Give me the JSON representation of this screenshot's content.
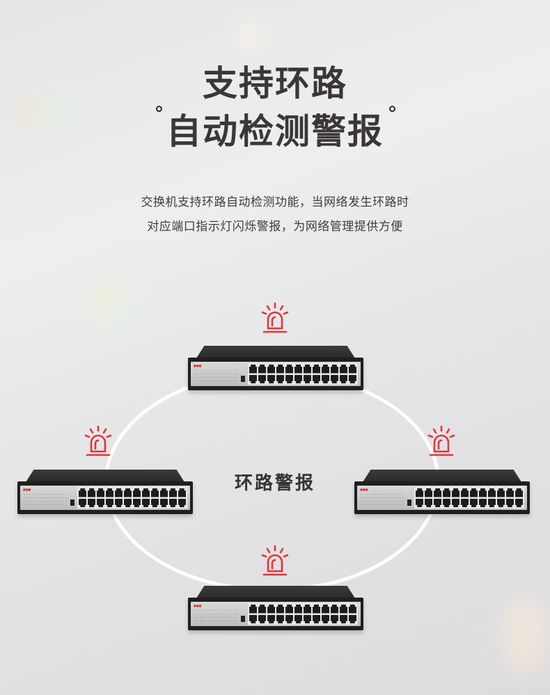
{
  "title": {
    "line1": "支持环路",
    "line2": "自动检测警报"
  },
  "subtitle": {
    "line1": "交换机支持环路自动检测功能，当网络发生环路时",
    "line2": "对应端口指示灯闪烁警报，为网络管理提供方便"
  },
  "diagram": {
    "center_label": "环路警报",
    "nodes": [
      {
        "position": "top",
        "icon": "alarm-siren-icon",
        "device": "24-port network switch"
      },
      {
        "position": "left",
        "icon": "alarm-siren-icon",
        "device": "24-port network switch"
      },
      {
        "position": "right",
        "icon": "alarm-siren-icon",
        "device": "24-port network switch"
      },
      {
        "position": "bottom",
        "icon": "alarm-siren-icon",
        "device": "24-port network switch"
      }
    ],
    "ports_per_switch": 24
  },
  "colors": {
    "title": "#3a3736",
    "text": "#3c3c3c",
    "alarm_red": "#e0363a",
    "loop_ring": "#ffffff",
    "switch_body": "#1f1f1f"
  }
}
